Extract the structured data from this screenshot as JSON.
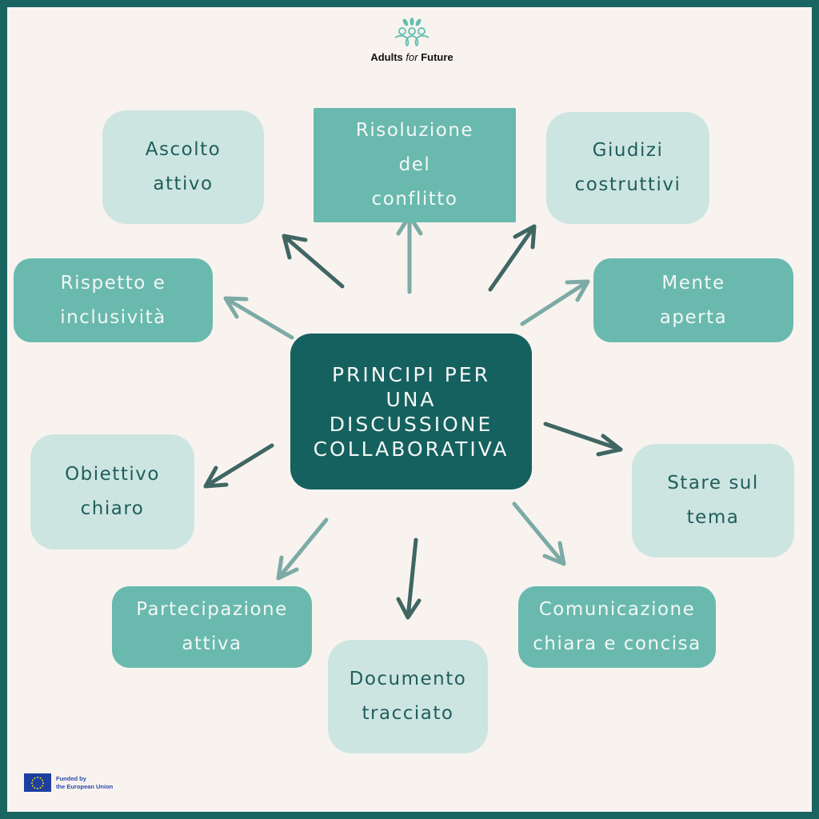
{
  "logo": {
    "name_part1": "Adults",
    "name_part2": "for",
    "name_part3": "Future"
  },
  "center": {
    "title": "PRINCIPI PER\nUNA\nDISCUSSIONE\nCOLLABORATIVA"
  },
  "principles": [
    {
      "label": "Ascolto\nattivo"
    },
    {
      "label": "Risoluzione\ndel\nconflitto"
    },
    {
      "label": "Giudizi\ncostruttivi"
    },
    {
      "label": "Rispetto e\ninclusività"
    },
    {
      "label": "Mente\naperta"
    },
    {
      "label": "Obiettivo\nchiaro"
    },
    {
      "label": "Stare sul\ntema"
    },
    {
      "label": "Partecipazione\nattiva"
    },
    {
      "label": "Comunicazione\nchiara e concisa"
    },
    {
      "label": "Documento\ntracciato"
    }
  ],
  "footer": {
    "funding": "Funded by\nthe European Union"
  },
  "colors": {
    "border": "#1a6562",
    "background": "#f8f3ef",
    "dark": "#15615f",
    "medium": "#69b9ae",
    "light": "#cde5e1"
  }
}
